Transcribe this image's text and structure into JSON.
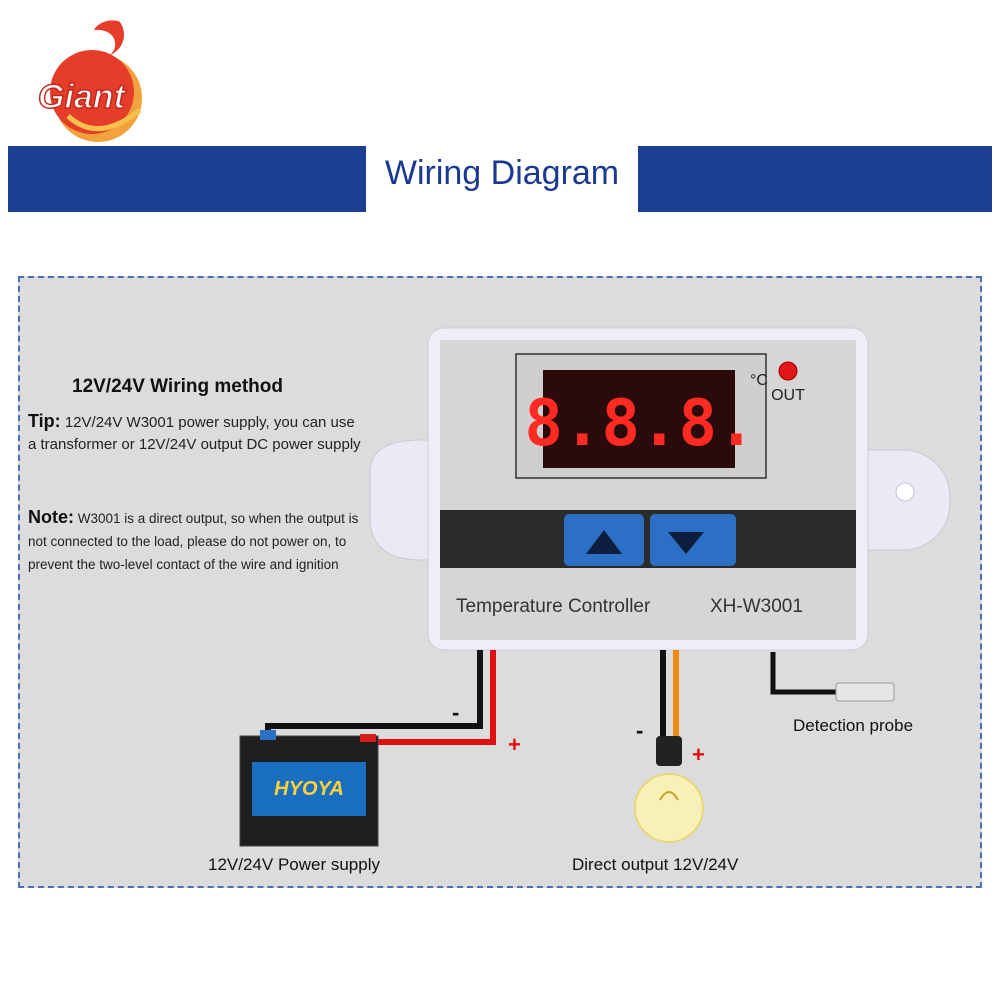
{
  "brand": {
    "logo_text": "Giant"
  },
  "header": {
    "title": "Wiring Diagram"
  },
  "method": {
    "title": "12V/24V Wiring method",
    "tip_label": "Tip:",
    "tip_text": "12V/24V W3001 power supply, you can use a transformer or 12V/24V output DC power supply",
    "note_label": "Note:",
    "note_text": "W3001 is a direct output, so when the output is not connected to the load, please do not power on, to prevent the two-level contact of the wire and ignition"
  },
  "controller": {
    "display": "8.8.8.",
    "unit": "°C",
    "out_label": "OUT",
    "caption": "Temperature Controller",
    "model": "XH-W3001"
  },
  "labels": {
    "probe": "Detection probe",
    "power": "12V/24V Power supply",
    "output": "Direct output 12V/24V",
    "minus": "-",
    "plus": "+"
  },
  "battery": {
    "brand": "HYOYA"
  },
  "colors": {
    "header_band": "#1c3f93",
    "title": "#1a3a90",
    "wire_positive": "#e01010",
    "wire_output": "#f08a10",
    "panel": "#dcdcdc"
  }
}
